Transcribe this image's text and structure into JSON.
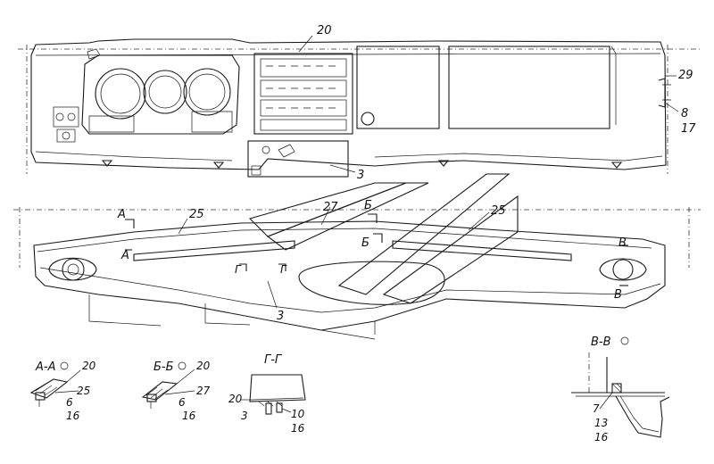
{
  "callouts": {
    "top_20": "20",
    "top_29": "29",
    "top_8": "8",
    "top_17": "17",
    "top_3": "3",
    "mid_A": "А",
    "mid_A2": "А",
    "mid_25_left": "25",
    "mid_27": "27",
    "mid_B": "Б",
    "mid_B2": "Б",
    "mid_25_right": "25",
    "mid_V": "В",
    "mid_V2": "В",
    "mid_G": "Г",
    "mid_G2": "Г",
    "mid_3": "3"
  },
  "sections": {
    "aa": {
      "title": "А-А",
      "labels": [
        "20",
        "25",
        "6",
        "16"
      ]
    },
    "bb": {
      "title": "Б-Б",
      "labels": [
        "20",
        "27",
        "6",
        "16"
      ]
    },
    "gg": {
      "title": "Г-Г",
      "labels": [
        "20",
        "3",
        "10",
        "16"
      ]
    },
    "vv": {
      "title": "В-В",
      "labels": [
        "7",
        "13",
        "16"
      ]
    }
  }
}
